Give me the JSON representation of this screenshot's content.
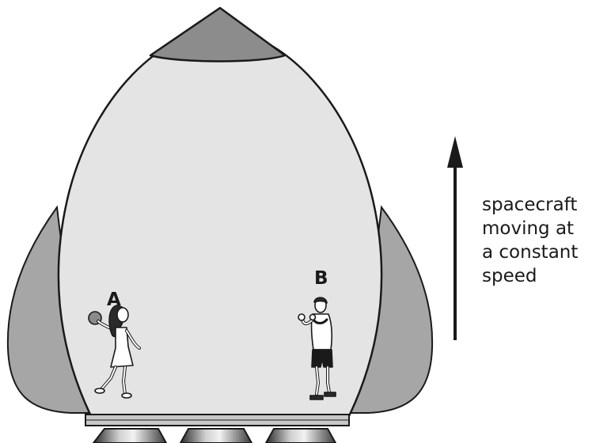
{
  "diagram": {
    "person_a": {
      "label": "A"
    },
    "person_b": {
      "label": "B"
    },
    "motion": {
      "caption_lines": [
        "spacecraft",
        "moving at",
        "a constant",
        "speed"
      ]
    }
  },
  "colors": {
    "hull": "#e4e4e4",
    "nose_cone": "#8c8c8c",
    "fins": "#a6a6a6",
    "outline": "#1a1a1a",
    "ball": "#8a8a8a"
  }
}
